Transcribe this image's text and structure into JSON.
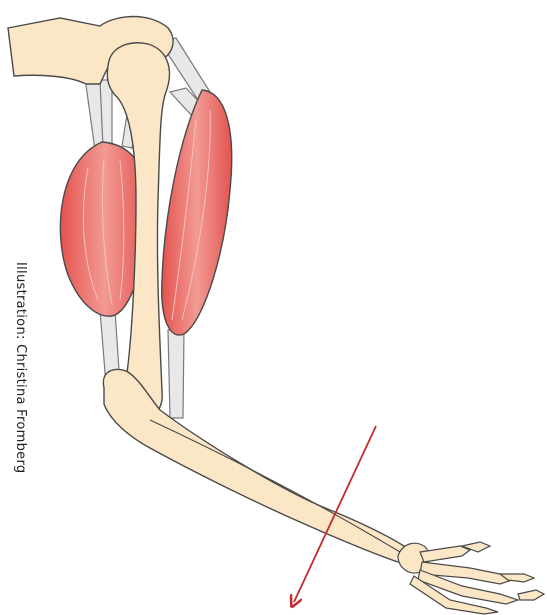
{
  "credit": {
    "text": "Illustration: Christina Fromberg"
  },
  "colors": {
    "bone": "#fbe6c6",
    "bone_outline": "#4a4a4a",
    "muscle": "#e9635f",
    "muscle_light": "#f4a09a",
    "tendon": "#e8e8e8",
    "arrow": "#c22b2b",
    "background": "#ffffff"
  },
  "icons": {
    "shoulder": "scapula-bone",
    "humerus": "upper-arm-bone",
    "biceps": "biceps-muscle",
    "triceps": "triceps-muscle",
    "forearm": "ulna-radius-bones",
    "hand": "hand-bones",
    "arrow": "downward-force-arrow"
  }
}
